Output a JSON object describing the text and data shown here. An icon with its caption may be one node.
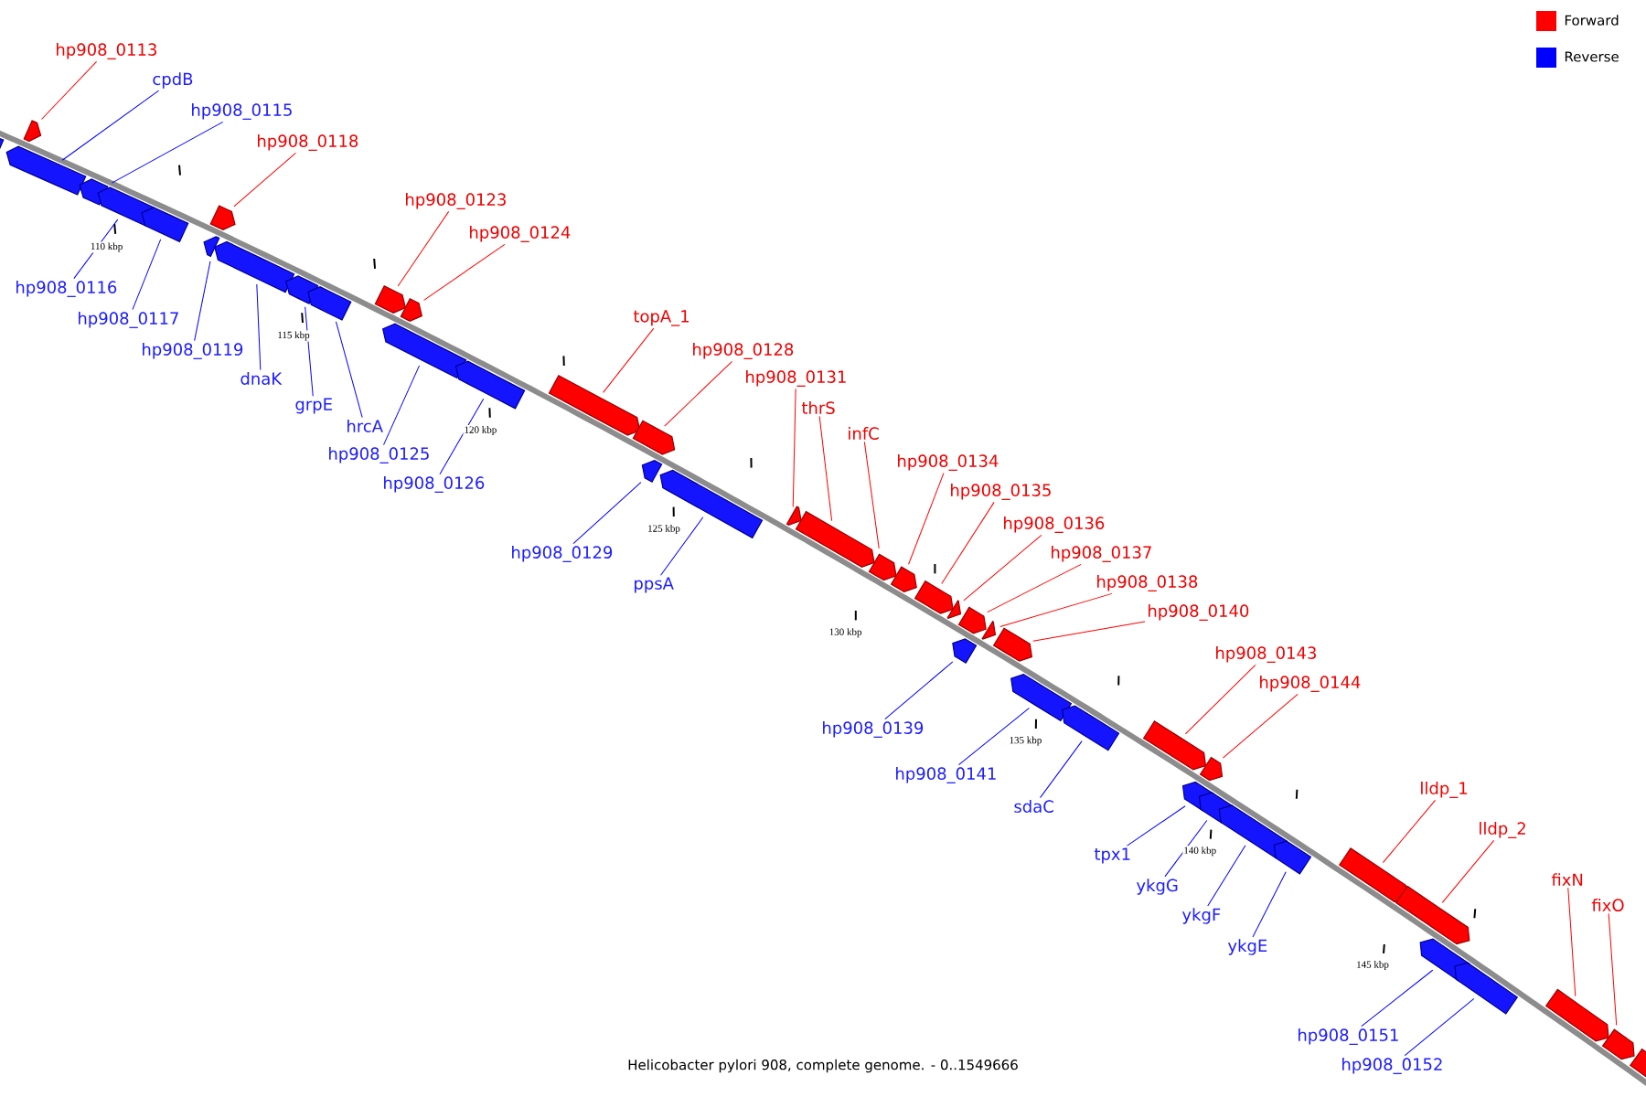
{
  "diagram": {
    "caption": "Helicobacter pylori 908, complete genome. - 0..1549666",
    "nodes": [
      {
        "text": [],
        "shape": "box"
      },
      {
        "text": [
          "hp908_0113"
        ]
      },
      {
        "text": [],
        "shape": "box"
      },
      {
        "text": [
          "cpdB"
        ]
      },
      {
        "text": [],
        "shape": "box"
      },
      {
        "text": [
          "hp908_0115"
        ]
      },
      {
        "text": [],
        "shape": "box"
      },
      {
        "text": [
          "hp908_0116"
        ]
      },
      {
        "text": [],
        "shape": "box"
      },
      {
        "text": [
          "hp908_0117"
        ]
      },
      {
        "text": [],
        "shape": "box"
      },
      {
        "text": [
          "hp908_0118"
        ]
      },
      {
        "text": [],
        "shape": "box"
      },
      {
        "text": [
          "hp908_0119"
        ]
      },
      {
        "text": [],
        "shape": "box"
      },
      {
        "text": [
          "dnaK"
        ]
      },
      {
        "text": [],
        "shape": "box"
      },
      {
        "text": [
          "grpE"
        ]
      },
      {
        "text": [],
        "shape": "box"
      },
      {
        "text": [
          "hrcA"
        ]
      },
      {
        "text": [],
        "shape": "box"
      },
      {
        "text": [
          "hp908_0123"
        ]
      },
      {
        "text": [],
        "shape": "box"
      },
      {
        "text": [
          "hp908_0124"
        ]
      },
      {
        "text": [],
        "shape": "box"
      },
      {
        "text": [
          "hp908_0125"
        ]
      },
      {
        "text": [],
        "shape": "box"
      },
      {
        "text": [
          "hp908_0126"
        ]
      },
      {
        "text": [],
        "shape": "box"
      },
      {
        "text": [
          "topA_1"
        ]
      },
      {
        "text": [],
        "shape": "box"
      },
      {
        "text": [
          "hp908_0128"
        ]
      },
      {
        "text": [],
        "shape": "box"
      },
      {
        "text": [
          "hp908_0129"
        ]
      },
      {
        "text": [],
        "shape": "box"
      },
      {
        "text": [
          "ppsA"
        ]
      },
      {
        "text": [],
        "shape": "box"
      },
      {
        "text": [
          "hp908_0131"
        ]
      },
      {
        "text": [],
        "shape": "box"
      },
      {
        "text": [
          "thrS"
        ]
      },
      {
        "text": [],
        "shape": "box"
      },
      {
        "text": [
          "infC"
        ]
      },
      {
        "text": [],
        "shape": "box"
      },
      {
        "text": [
          "hp908_0134"
        ]
      },
      {
        "text": [],
        "shape": "box"
      },
      {
        "text": [
          "hp908_0135"
        ]
      },
      {
        "text": [],
        "shape": "box"
      },
      {
        "text": [
          "hp908_0136"
        ]
      },
      {
        "text": [],
        "shape": "box"
      },
      {
        "text": [
          "hp908_0137"
        ]
      },
      {
        "text": [],
        "shape": "box"
      },
      {
        "text": [
          "hp908_0139"
        ]
      },
      {
        "text": [],
        "shape": "box"
      },
      {
        "text": [
          "hp908_0138"
        ]
      },
      {
        "text": [],
        "shape": "box"
      },
      {
        "text": [
          "hp908_0140"
        ]
      },
      {
        "text": [],
        "shape": "box"
      },
      {
        "text": [
          "hp908_0141"
        ]
      },
      {
        "text": [],
        "shape": "box"
      },
      {
        "text": [
          "sdaC"
        ]
      },
      {
        "text": [],
        "shape": "box"
      },
      {
        "text": [
          "hp908_0143"
        ]
      },
      {
        "text": [],
        "shape": "box"
      },
      {
        "text": [
          "hp908_0144"
        ]
      },
      {
        "text": [],
        "shape": "box"
      },
      {
        "text": [
          "tpx1"
        ]
      },
      {
        "text": [],
        "shape": "box"
      },
      {
        "text": [
          "ykgG"
        ]
      },
      {
        "text": [],
        "shape": "box"
      },
      {
        "text": [
          "ykgF"
        ]
      },
      {
        "text": [],
        "shape": "box"
      },
      {
        "text": [
          "ykgE"
        ]
      },
      {
        "text": [],
        "shape": "box"
      },
      {
        "text": [
          "lldp_1"
        ]
      },
      {
        "text": [],
        "shape": "box"
      },
      {
        "text": [
          "lldp_2"
        ]
      },
      {
        "text": [],
        "shape": "box"
      },
      {
        "text": [
          "hp908_0151"
        ]
      },
      {
        "text": [],
        "shape": "box"
      },
      {
        "text": [
          "hp908_0152"
        ]
      },
      {
        "text": [],
        "shape": "box"
      },
      {
        "text": [
          "fixN"
        ]
      },
      {
        "text": [],
        "shape": "box"
      },
      {
        "text": [
          "fixO"
        ]
      },
      {
        "text": [],
        "shape": "box"
      },
      {
        "text": [],
        "shape": "box"
      }
    ],
    "edges": [
      {
        "from": 1,
        "to": 2,
        "arrow": "none",
        "color": "#ff0000"
      },
      {
        "from": 3,
        "to": 4,
        "arrow": "none",
        "color": "#0000ff"
      },
      {
        "from": 5,
        "to": 6,
        "arrow": "none",
        "color": "#0000ff"
      },
      {
        "from": 7,
        "to": 8,
        "arrow": "none",
        "color": "#0000ff"
      },
      {
        "from": 9,
        "to": 10,
        "arrow": "none",
        "color": "#0000ff"
      },
      {
        "from": 11,
        "to": 12,
        "arrow": "none",
        "color": "#ff0000"
      },
      {
        "from": 13,
        "to": 14,
        "arrow": "none",
        "color": "#0000ff"
      },
      {
        "from": 15,
        "to": 16,
        "arrow": "none",
        "color": "#0000ff"
      },
      {
        "from": 17,
        "to": 18,
        "arrow": "none",
        "color": "#0000ff"
      },
      {
        "from": 19,
        "to": 20,
        "arrow": "none",
        "color": "#0000ff"
      },
      {
        "from": 21,
        "to": 22,
        "arrow": "none",
        "color": "#ff0000"
      },
      {
        "from": 23,
        "to": 24,
        "arrow": "none",
        "color": "#ff0000"
      },
      {
        "from": 25,
        "to": 26,
        "arrow": "none",
        "color": "#0000ff"
      },
      {
        "from": 27,
        "to": 28,
        "arrow": "none",
        "color": "#0000ff"
      },
      {
        "from": 29,
        "to": 30,
        "arrow": "none",
        "color": "#ff0000"
      },
      {
        "from": 31,
        "to": 32,
        "arrow": "none",
        "color": "#ff0000"
      },
      {
        "from": 33,
        "to": 34,
        "arrow": "none",
        "color": "#0000ff"
      },
      {
        "from": 35,
        "to": 36,
        "arrow": "none",
        "color": "#0000ff"
      },
      {
        "from": 37,
        "to": 38,
        "arrow": "none",
        "color": "#ff0000"
      },
      {
        "from": 39,
        "to": 40,
        "arrow": "none",
        "color": "#ff0000"
      },
      {
        "from": 41,
        "to": 42,
        "arrow": "none",
        "color": "#ff0000"
      },
      {
        "from": 43,
        "to": 44,
        "arrow": "none",
        "color": "#ff0000"
      },
      {
        "from": 45,
        "to": 46,
        "arrow": "none",
        "color": "#ff0000"
      },
      {
        "from": 47,
        "to": 48,
        "arrow": "none",
        "color": "#ff0000"
      },
      {
        "from": 49,
        "to": 50,
        "arrow": "none",
        "color": "#ff0000"
      },
      {
        "from": 51,
        "to": 52,
        "arrow": "none",
        "color": "#0000ff"
      },
      {
        "from": 53,
        "to": 54,
        "arrow": "none",
        "color": "#ff0000"
      },
      {
        "from": 55,
        "to": 56,
        "arrow": "none",
        "color": "#ff0000"
      },
      {
        "from": 57,
        "to": 58,
        "arrow": "none",
        "color": "#0000ff"
      },
      {
        "from": 59,
        "to": 60,
        "arrow": "none",
        "color": "#0000ff"
      },
      {
        "from": 61,
        "to": 62,
        "arrow": "none",
        "color": "#ff0000"
      },
      {
        "from": 63,
        "to": 64,
        "arrow": "none",
        "color": "#ff0000"
      },
      {
        "from": 65,
        "to": 66,
        "arrow": "none",
        "color": "#0000ff"
      },
      {
        "from": 67,
        "to": 68,
        "arrow": "none",
        "color": "#0000ff"
      },
      {
        "from": 69,
        "to": 70,
        "arrow": "none",
        "color": "#0000ff"
      },
      {
        "from": 71,
        "to": 72,
        "arrow": "none",
        "color": "#0000ff"
      },
      {
        "from": 73,
        "to": 74,
        "arrow": "none",
        "color": "#ff0000"
      },
      {
        "from": 75,
        "to": 76,
        "arrow": "none",
        "color": "#ff0000"
      },
      {
        "from": 77,
        "to": 78,
        "arrow": "none",
        "color": "#0000ff"
      },
      {
        "from": 79,
        "to": 80,
        "arrow": "none",
        "color": "#0000ff"
      },
      {
        "from": 81,
        "to": 82,
        "arrow": "none",
        "color": "#ff0000"
      },
      {
        "from": 83,
        "to": 84,
        "arrow": "none",
        "color": "#ff0000"
      }
    ],
    "labels": [
      "110 kbp",
      "115 kbp",
      "120 kbp",
      "125 kbp",
      "130 kbp",
      "135 kbp",
      "140 kbp",
      "145 kbp"
    ],
    "legend": [
      {
        "text": "Forward",
        "color": "#ff0000"
      },
      {
        "text": "Reverse",
        "color": "#0000ff"
      }
    ]
  }
}
